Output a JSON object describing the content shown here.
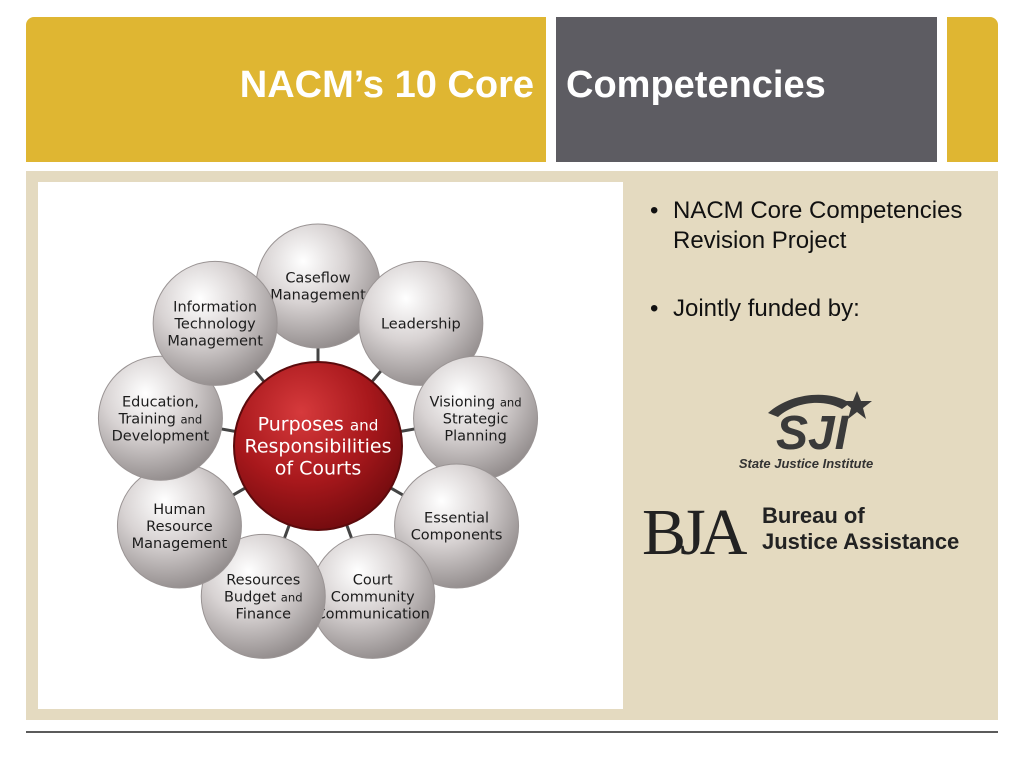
{
  "slide": {
    "title_part1": "NACM’s 10 Core",
    "title_part2": "Competencies"
  },
  "colors": {
    "gold": "#dfb632",
    "slate": "#5d5c62",
    "panel": "#e4dac0",
    "center_red": "#a8181c",
    "node_gray": "#c7c1c1"
  },
  "diagram": {
    "center": {
      "lines": [
        "Purposes and",
        "Responsibilities",
        "of Courts"
      ]
    },
    "nodes": [
      {
        "id": "caseflow",
        "lines": [
          "Caseflow",
          "Management"
        ]
      },
      {
        "id": "leadership",
        "lines": [
          "Leadership"
        ]
      },
      {
        "id": "visioning",
        "lines": [
          "Visioning and",
          "Strategic",
          "Planning"
        ]
      },
      {
        "id": "essential",
        "lines": [
          "Essential",
          "Components"
        ]
      },
      {
        "id": "communication",
        "lines": [
          "Court",
          "Community",
          "Communication"
        ]
      },
      {
        "id": "resources",
        "lines": [
          "Resources",
          "Budget and",
          "Finance"
        ]
      },
      {
        "id": "human",
        "lines": [
          "Human",
          "Resource",
          "Management"
        ]
      },
      {
        "id": "education",
        "lines": [
          "Education,",
          "Training and",
          "Development"
        ]
      },
      {
        "id": "it",
        "lines": [
          "Information",
          "Technology",
          "Management"
        ]
      }
    ]
  },
  "bullets": [
    "NACM Core Competencies Revision Project",
    "Jointly funded by:"
  ],
  "logos": {
    "sji_mark": "SJI",
    "sji_name": "State Justice Institute",
    "bja_mark": "BJA",
    "bja_name_line1": "Bureau of",
    "bja_name_line2": "Justice Assistance"
  }
}
